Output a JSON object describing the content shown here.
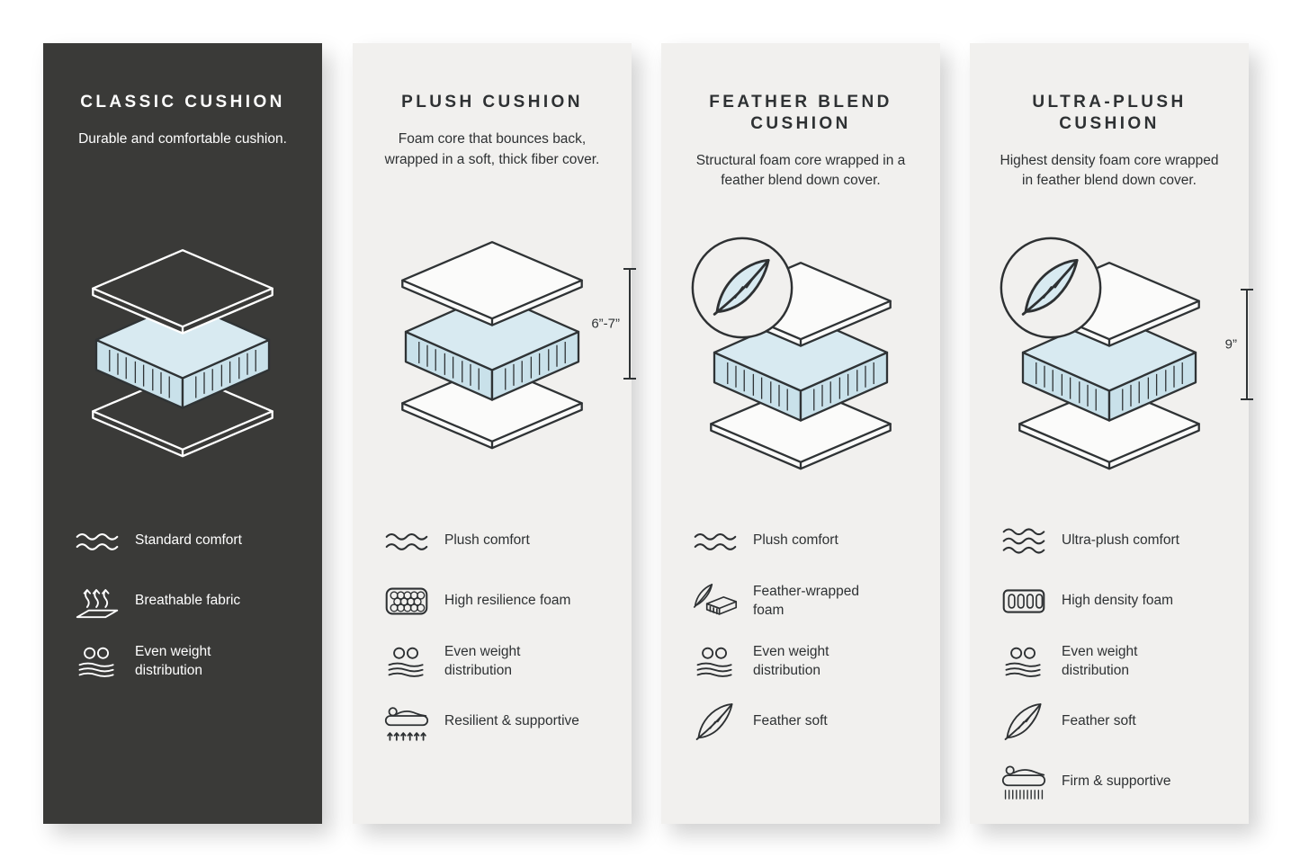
{
  "colors": {
    "panel_dark_bg": "#3a3a38",
    "panel_light_bg": "#f1f0ee",
    "foam_top": "#d8eaf1",
    "foam_side": "#c9e1ea",
    "outline_dark": "#2f3335",
    "text_on_light": "#2e3133",
    "text_on_dark": "#ffffff"
  },
  "panels": [
    {
      "id": "classic-cushion",
      "theme": "dark",
      "title": "CLASSIC CUSHION",
      "description": "Durable and comfortable cushion.",
      "diagram": "layered-cushion",
      "features": [
        {
          "icon": "wave-icon",
          "label": "Standard comfort"
        },
        {
          "icon": "breathable-icon",
          "label": "Breathable fabric"
        },
        {
          "icon": "even-weight-icon",
          "label": "Even weight distribution"
        }
      ]
    },
    {
      "id": "plush-cushion",
      "theme": "light",
      "title": "PLUSH CUSHION",
      "description": "Foam core that bounces back, wrapped in a soft, thick fiber cover.",
      "diagram": "layered-cushion",
      "dimension_label": "6”-7”",
      "features": [
        {
          "icon": "wave-icon",
          "label": "Plush comfort"
        },
        {
          "icon": "honeycomb-foam-icon",
          "label": "High resilience foam"
        },
        {
          "icon": "even-weight-icon",
          "label": "Even weight distribution"
        },
        {
          "icon": "resilient-supportive-icon",
          "label": "Resilient & supportive"
        }
      ]
    },
    {
      "id": "feather-blend-cushion",
      "theme": "light",
      "title": "FEATHER BLEND CUSHION",
      "description": "Structural foam core wrapped in a feather blend down cover.",
      "diagram": "layered-cushion-with-feather-badge",
      "features": [
        {
          "icon": "wave-icon",
          "label": "Plush comfort"
        },
        {
          "icon": "feather-wrapped-foam-icon",
          "label": "Feather-wrapped foam"
        },
        {
          "icon": "even-weight-icon",
          "label": "Even weight distribution"
        },
        {
          "icon": "feather-icon",
          "label": "Feather soft"
        }
      ]
    },
    {
      "id": "ultra-plush-cushion",
      "theme": "light",
      "title": "ULTRA-PLUSH CUSHION",
      "description": "Highest density foam core wrapped in feather blend down cover.",
      "diagram": "layered-cushion-with-feather-badge",
      "dimension_label": "9”",
      "features": [
        {
          "icon": "triple-wave-icon",
          "label": "Ultra-plush comfort"
        },
        {
          "icon": "high-density-foam-icon",
          "label": "High density foam"
        },
        {
          "icon": "even-weight-icon",
          "label": "Even weight distribution"
        },
        {
          "icon": "feather-icon",
          "label": "Feather soft"
        },
        {
          "icon": "firm-supportive-icon",
          "label": "Firm & supportive"
        }
      ]
    }
  ]
}
